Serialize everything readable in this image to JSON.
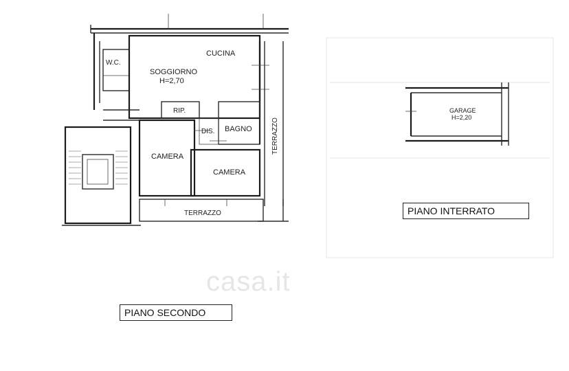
{
  "floor_plan": {
    "rooms": {
      "wc": "W.C.",
      "soggiorno": "SOGGIORNO",
      "soggiorno_height": "H=2,70",
      "cucina": "CUCINA",
      "rip": "RIP.",
      "dis": "DIS.",
      "bagno": "BAGNO",
      "camera_1": "CAMERA",
      "camera_2": "CAMERA",
      "terrazzo_bottom": "TERRAZZO",
      "terrazzo_side": "TERRAZZO",
      "garage": "GARAGE",
      "garage_height": "H=2,20"
    },
    "labels": {
      "piano_secondo": "PIANO SECONDO",
      "piano_interrato": "PIANO INTERRATO"
    },
    "watermark": "casa.it"
  }
}
